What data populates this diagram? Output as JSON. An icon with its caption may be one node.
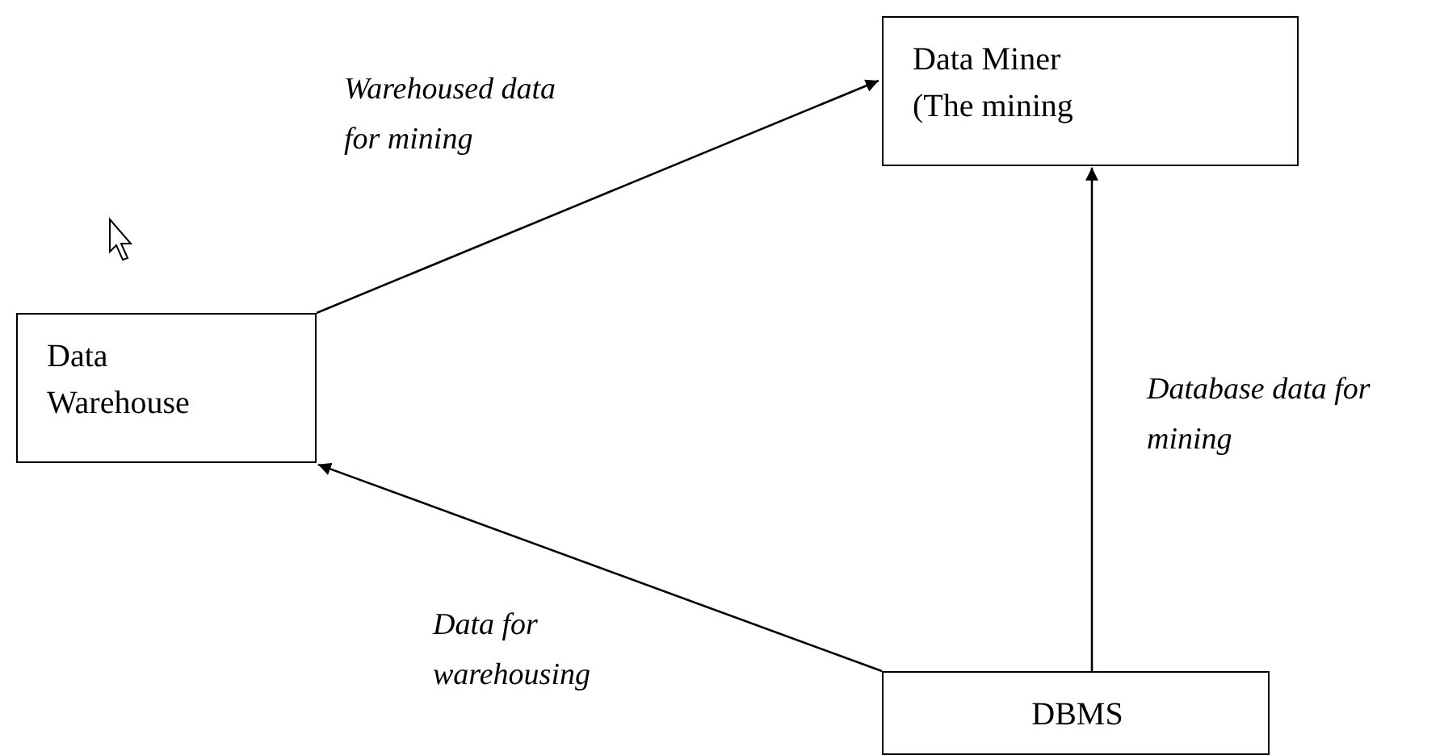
{
  "diagram": {
    "nodes": [
      {
        "text": [
          "Data Miner (The mining"
        ]
      },
      {
        "text": [
          "Data Warehouse"
        ]
      },
      {
        "text": [
          "DBMS"
        ]
      }
    ],
    "edges": [
      {
        "from": 1,
        "to": 0,
        "arrow": "to",
        "label": "Warehoused data for mining"
      },
      {
        "from": 2,
        "to": 1,
        "arrow": "to",
        "label": "Data for warehousing"
      },
      {
        "from": 2,
        "to": 0,
        "arrow": "to",
        "label": "Database data for mining"
      }
    ]
  }
}
